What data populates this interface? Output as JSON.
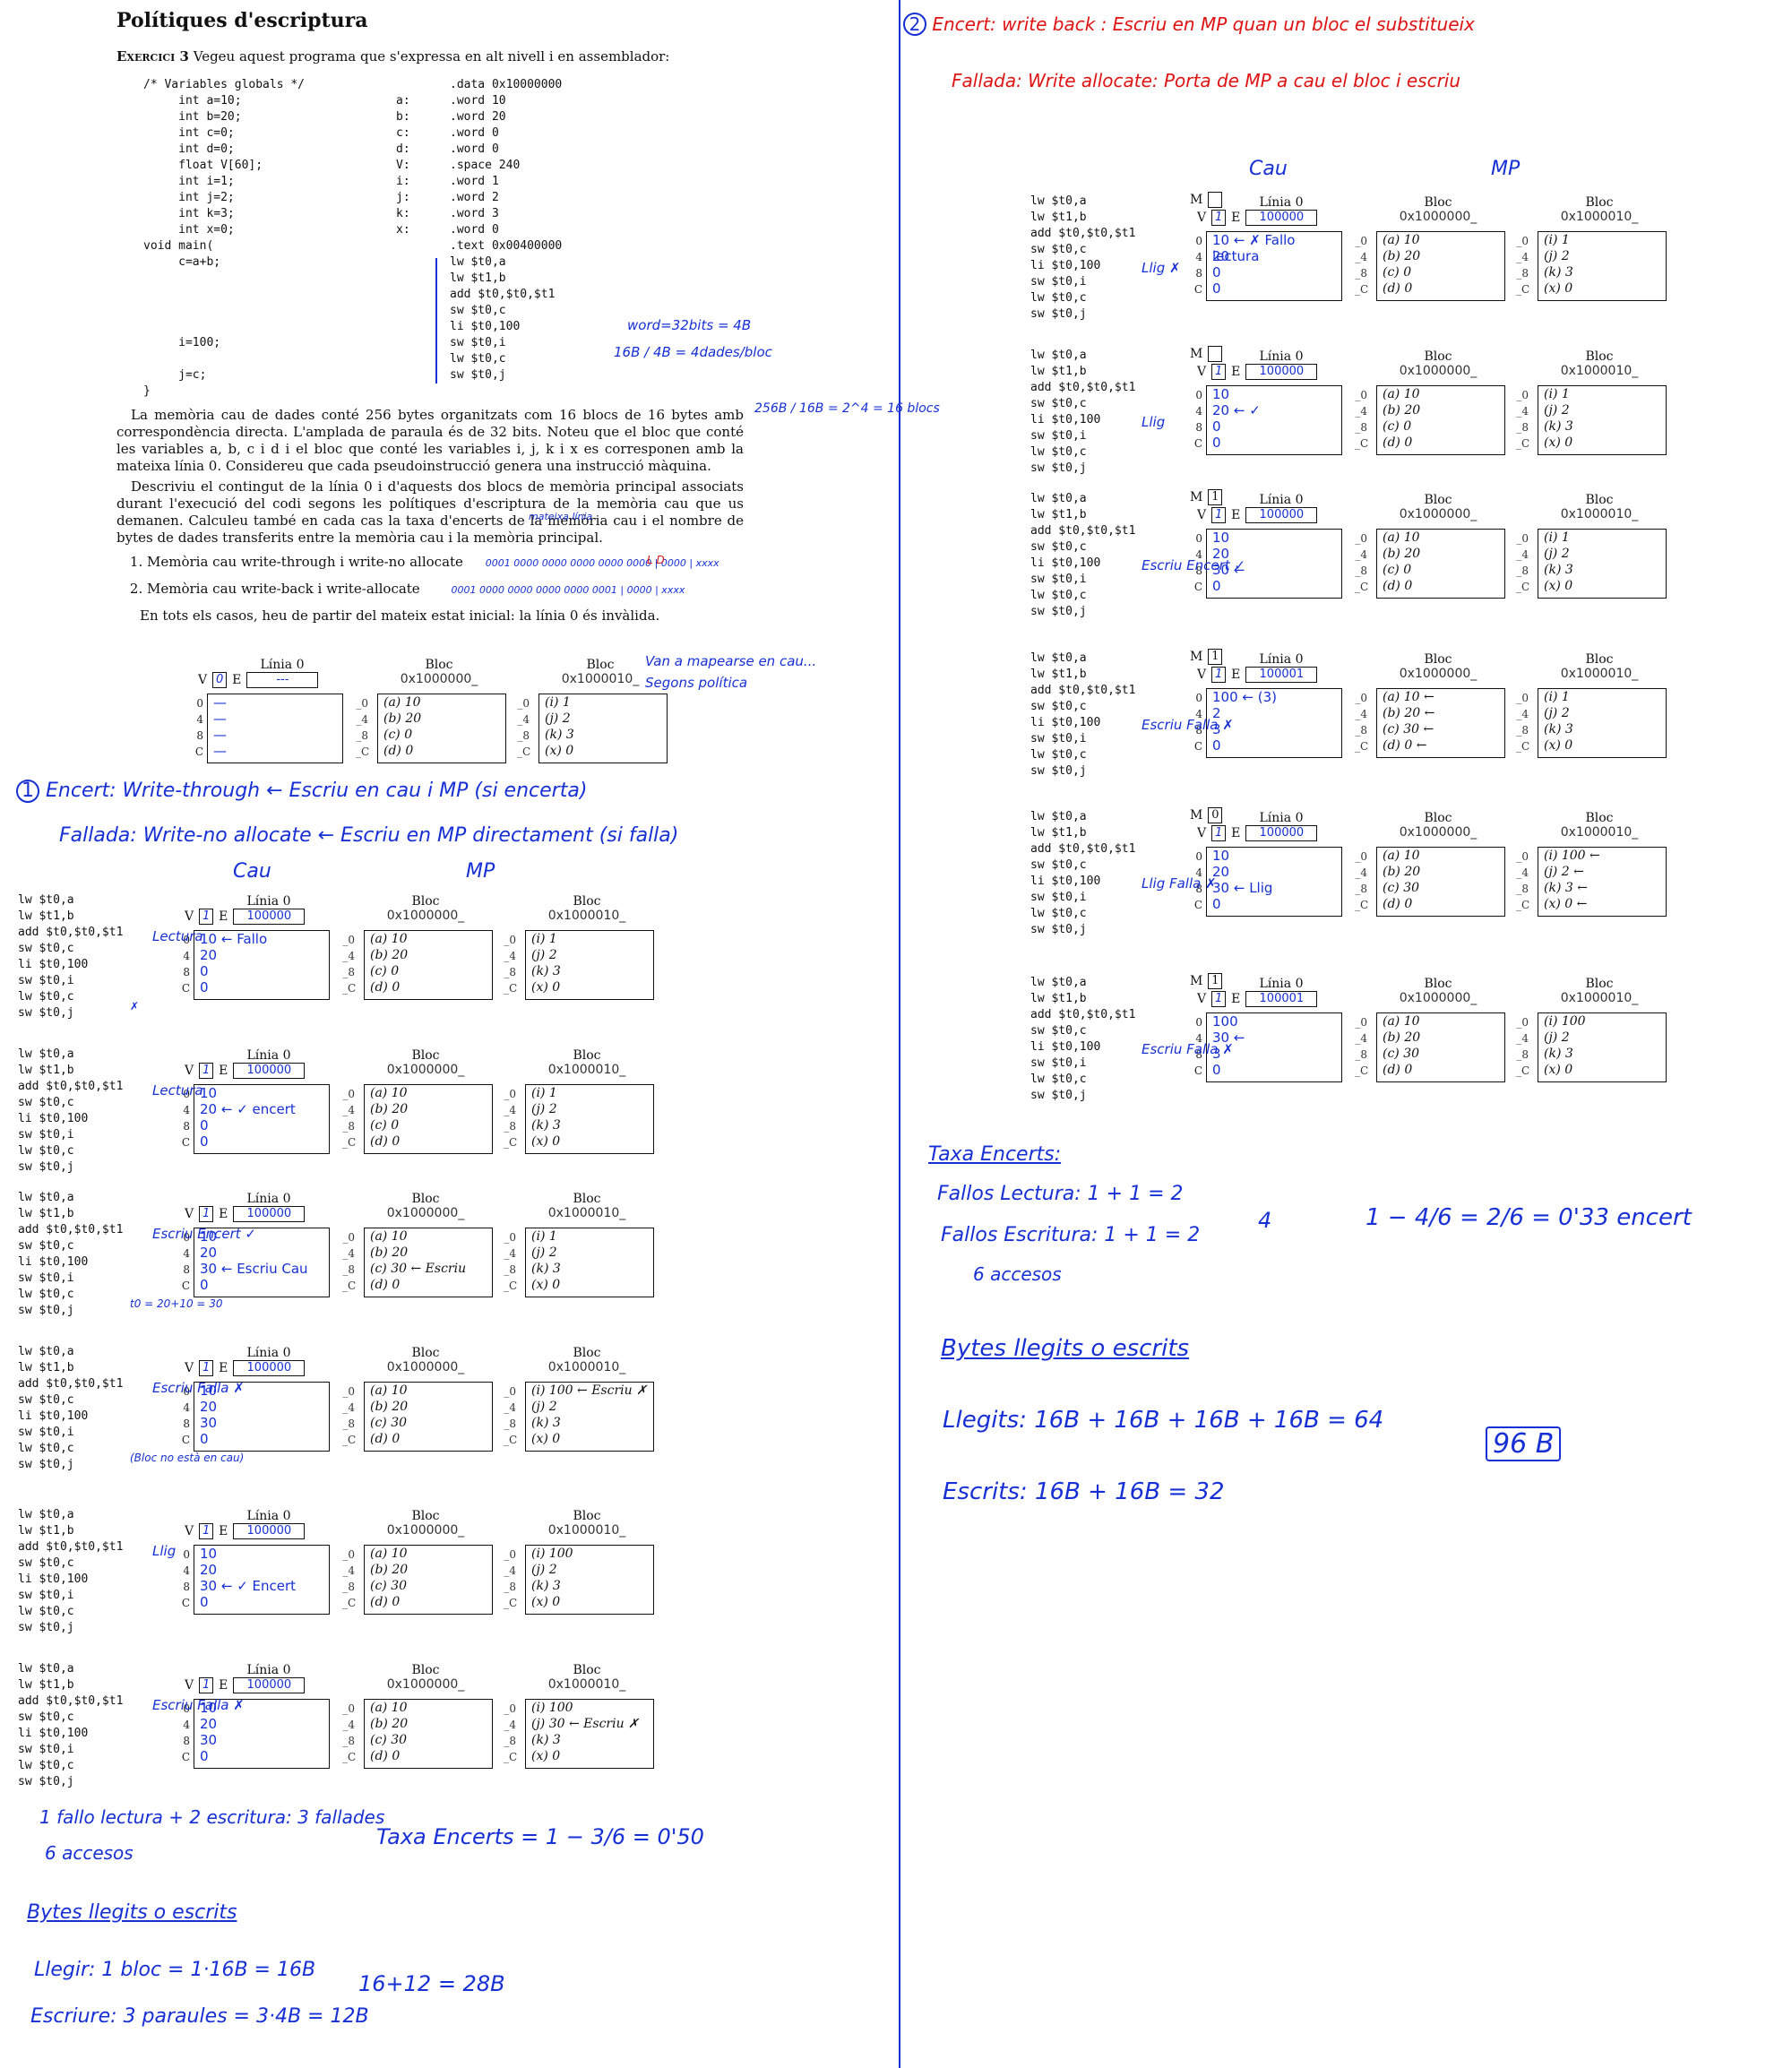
{
  "section_title": "Polítiques d'escriptura",
  "exercise": {
    "label": "Exercici 3",
    "intro": "Vegeu aquest programa que s'expressa en alt nivell i en assemblador:",
    "code_c": "/* Variables globals */\n     int a=10;\n     int b=20;\n     int c=0;\n     int d=0;\n     float V[60];\n     int i=1;\n     int j=2;\n     int k=3;\n     int x=0;\nvoid main(\n     c=a+b;\n\n\n\n\n     i=100;\n\n     j=c;\n}",
    "code_asm_labels": "a:\nb:\nc:\nd:\nV:\ni:\nj:\nk:\nx:",
    "code_asm": ".data 0x10000000\n.word 10\n.word 20\n.word 0\n.word 0\n.space 240\n.word 1\n.word 2\n.word 3\n.word 0\n.text 0x00400000\nlw $t0,a\nlw $t1,b\nadd $t0,$t0,$t1\nsw $t0,c\nli $t0,100\nsw $t0,i\nlw $t0,c\nsw $t0,j",
    "para1": "La memòria cau de dades conté 256 bytes organitzats com 16 blocs de 16 bytes amb correspondència directa. L'amplada de paraula és de 32 bits. Noteu que el bloc que conté les variables a, b, c i d i el bloc que conté les variables i, j, k i x es corresponen amb la mateixa línia 0. Considereu que cada pseudoinstrucció genera una instrucció màquina.",
    "para2": "Descriviu el contingut de la línia 0 i d'aquests dos blocs de memòria principal associats durant l'execució del codi segons les polítiques d'escriptura de la memòria cau que us demanen. Calculeu també en cada cas la taxa d'encerts de la memòria cau i el nombre de bytes de dades transferits entre la memòria cau i la memòria principal.",
    "options": [
      "Memòria cau write-through i write-no allocate",
      "Memòria cau write-back i write-allocate"
    ],
    "init_note": "En tots els casos, heu de partir del mateix estat inicial: la línia 0 és invàlida."
  },
  "handwriting": {
    "word_note": "word=32bits = 4B",
    "block_note": "16B / 4B = 4dades/bloc",
    "cache_note": "256B / 16B = 2^4 = 16 blocs",
    "addr1": "0001 0000 0000 0000 0000 0000 | 0000 | xxxx",
    "addr2": "0001 0000 0000 0000 0000 0001 | 0000 | xxxx",
    "mapping_note": "Van a mapearse en cau... Segons política",
    "mapping_tag": "mateixa línia",
    "ld": "L   D",
    "p1_title": "Encert: Write-through ← Escriu en cau i MP (si encerta)",
    "p1_title2": "Fallada: Write-no allocate ← Escriu en MP directament (si falla)",
    "p2_title": "Encert: write back : Escriu en MP quan un bloc el substitueix",
    "p2_title2": "Fallada: Write allocate: Porta de MP a cau el bloc i escriu",
    "cau": "Cau",
    "mp": "MP",
    "p1_summary1": "1 fallo lectura + 2 escritura: 3 fallades",
    "p1_summary2": "6 accesos",
    "p1_rate": "Taxa Encerts = 1 − 3/6 = 0'50",
    "p1_bytes_title": "Bytes llegits o escrits",
    "p1_read": "Llegir: 1 bloc = 1·16B = 16B",
    "p1_write": "Escriure: 3 paraules = 3·4B = 12B",
    "p1_total": "16+12 = 28B",
    "p2_rate_title": "Taxa Encerts:",
    "p2_rate1": "Fallos Lectura: 1 + 1 = 2",
    "p2_rate2": "Fallos Escritura: 1 + 1 = 2",
    "p2_rate3": "6 accesos",
    "p2_rate_total": "4",
    "p2_rate_calc": "1 − 4/6 = 2/6 = 0'33 encert",
    "p2_bytes_title": "Bytes llegits o escrits",
    "p2_read": "Llegits: 16B + 16B + 16B + 16B = 64",
    "p2_write": "Escrits: 16B + 16B = 32",
    "p2_total": "96 B",
    "circle1": "1",
    "circle2": "2"
  },
  "instr_text": "lw $t0,a\nlw $t1,b\nadd $t0,$t0,$t1\nsw $t0,c\nli $t0,100\nsw $t0,i\nlw $t0,c\nsw $t0,j",
  "labels": {
    "linia": "Línia 0",
    "bloc": "Bloc",
    "addr_a": "0x1000000_",
    "addr_i": "0x1000010_",
    "v": "V",
    "e": "E",
    "m": "M"
  },
  "initial": {
    "v": "0",
    "e": "---",
    "cache_rows": [
      "—",
      "—",
      "—",
      "—"
    ],
    "blockA": [
      "(a) 10",
      "(b) 20",
      "(c) 0",
      "(d) 0"
    ],
    "blockI": [
      "(i) 1",
      "(j) 2",
      "(k) 3",
      "(x) 0"
    ]
  },
  "wt_states": [
    {
      "v": "1",
      "e": "100000",
      "cache": [
        "10 ← Fallo",
        "20",
        "0",
        "0"
      ],
      "A": [
        "(a) 10",
        "(b) 20",
        "(c) 0",
        "(d) 0"
      ],
      "I": [
        "(i) 1",
        "(j) 2",
        "(k) 3",
        "(x) 0"
      ],
      "note": "Lectura",
      "note2": "✗"
    },
    {
      "v": "1",
      "e": "100000",
      "cache": [
        "10",
        "20 ← ✓ encert",
        "0",
        "0"
      ],
      "A": [
        "(a) 10",
        "(b) 20",
        "(c) 0",
        "(d) 0"
      ],
      "I": [
        "(i) 1",
        "(j) 2",
        "(k) 3",
        "(x) 0"
      ],
      "note": "Lectura",
      "note2": ""
    },
    {
      "v": "1",
      "e": "100000",
      "cache": [
        "10",
        "20",
        "30 ← Escriu Cau",
        "0"
      ],
      "A": [
        "(a) 10",
        "(b) 20",
        "(c) 30 ← Escriu",
        "(d) 0"
      ],
      "I": [
        "(i) 1",
        "(j) 2",
        "(k) 3",
        "(x) 0"
      ],
      "note": "Escriu Encert ✓",
      "note2": "t0 = 20+10 = 30"
    },
    {
      "v": "1",
      "e": "100000",
      "cache": [
        "10",
        "20",
        "30",
        "0"
      ],
      "A": [
        "(a) 10",
        "(b) 20",
        "(c) 30",
        "(d) 0"
      ],
      "I": [
        "(i) 100 ← Escriu ✗",
        "(j) 2",
        "(k) 3",
        "(x) 0"
      ],
      "note": "Escriu Falla ✗",
      "note2": "(Bloc no està en cau)"
    },
    {
      "v": "1",
      "e": "100000",
      "cache": [
        "10",
        "20",
        "30 ← ✓ Encert",
        "0"
      ],
      "A": [
        "(a) 10",
        "(b) 20",
        "(c) 30",
        "(d) 0"
      ],
      "I": [
        "(i) 100",
        "(j) 2",
        "(k) 3",
        "(x) 0"
      ],
      "note": "Llig",
      "note2": ""
    },
    {
      "v": "1",
      "e": "100000",
      "cache": [
        "10",
        "20",
        "30",
        "0"
      ],
      "A": [
        "(a) 10",
        "(b) 20",
        "(c) 30",
        "(d) 0"
      ],
      "I": [
        "(i) 100",
        "(j) 30 ← Escriu ✗",
        "(k) 3",
        "(x) 0"
      ],
      "note": "Escriu Falla ✗",
      "note2": ""
    }
  ],
  "wb_states": [
    {
      "m": "",
      "v": "1",
      "e": "100000",
      "cache": [
        "10 ← ✗ Fallo lectura",
        "20",
        "0",
        "0"
      ],
      "A": [
        "(a) 10",
        "(b) 20",
        "(c) 0",
        "(d) 0"
      ],
      "I": [
        "(i) 1",
        "(j) 2",
        "(k) 3",
        "(x) 0"
      ],
      "note": "Llig ✗"
    },
    {
      "m": "",
      "v": "1",
      "e": "100000",
      "cache": [
        "10",
        "20 ← ✓",
        "0",
        "0"
      ],
      "A": [
        "(a) 10",
        "(b) 20",
        "(c) 0",
        "(d) 0"
      ],
      "I": [
        "(i) 1",
        "(j) 2",
        "(k) 3",
        "(x) 0"
      ],
      "note": "Llig"
    },
    {
      "m": "1",
      "v": "1",
      "e": "100000",
      "cache": [
        "10",
        "20",
        "30 ←",
        "0"
      ],
      "A": [
        "(a) 10",
        "(b) 20",
        "(c) 0",
        "(d) 0"
      ],
      "I": [
        "(i) 1",
        "(j) 2",
        "(k) 3",
        "(x) 0"
      ],
      "note": "Escriu Encert ✓"
    },
    {
      "m": "1",
      "v": "1",
      "e": "100001",
      "cache": [
        "100 ← (3)",
        "2",
        "3",
        "0"
      ],
      "A": [
        "(a) 10 ←",
        "(b) 20 ←",
        "(c) 30 ←",
        "(d) 0 ←"
      ],
      "I": [
        "(i) 1",
        "(j) 2",
        "(k) 3",
        "(x) 0"
      ],
      "note": "Escriu Falla ✗"
    },
    {
      "m": "0",
      "v": "1",
      "e": "100000",
      "cache": [
        "10",
        "20",
        "30 ← Llig",
        "0"
      ],
      "A": [
        "(a) 10",
        "(b) 20",
        "(c) 30",
        "(d) 0"
      ],
      "I": [
        "(i) 100 ←",
        "(j) 2 ←",
        "(k) 3 ←",
        "(x) 0 ←"
      ],
      "note": "Llig Falla ✗"
    },
    {
      "m": "1",
      "v": "1",
      "e": "100001",
      "cache": [
        "100",
        "30 ←",
        "3",
        "0"
      ],
      "A": [
        "(a) 10",
        "(b) 20",
        "(c) 30",
        "(d) 0"
      ],
      "I": [
        "(i) 100",
        "(j) 2",
        "(k) 3",
        "(x) 0"
      ],
      "note": "Escriu Falla ✗"
    }
  ],
  "colors": {
    "blue": "#1630d6",
    "red": "#e01212",
    "green": "#16b01c"
  }
}
